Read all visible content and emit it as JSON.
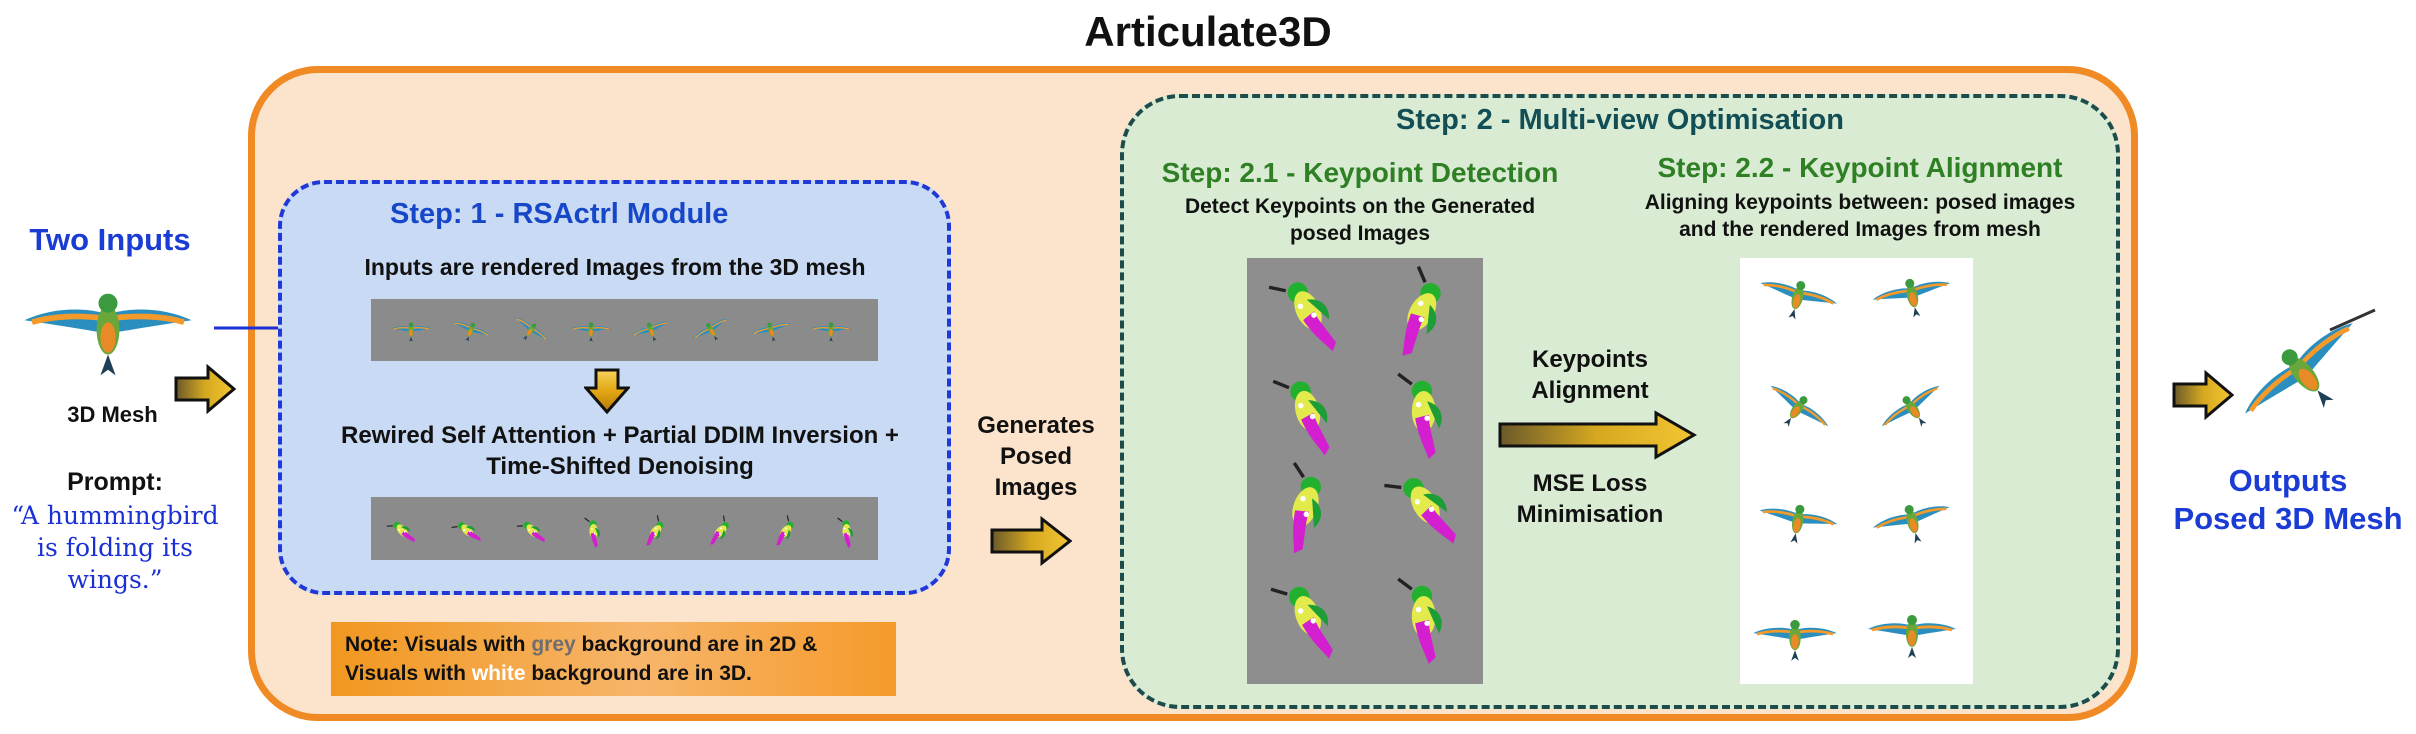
{
  "title": "Articulate3D",
  "inputs": {
    "heading": "Two Inputs",
    "mesh_label": "3D Mesh",
    "prompt_label": "Prompt:",
    "prompt_lines": [
      "“A hummingbird",
      "is folding its",
      "wings.”"
    ]
  },
  "step1": {
    "title": "Step: 1 - RSActrl Module",
    "caption": "Inputs are rendered Images from the 3D mesh",
    "method_lines": [
      "Rewired Self Attention + Partial DDIM Inversion +",
      "Time-Shifted Denoising"
    ]
  },
  "generates": [
    "Generates",
    "Posed",
    "Images"
  ],
  "step2": {
    "title": "Step: 2 - Multi-view Optimisation",
    "sub1_title": "Step: 2.1 - Keypoint Detection",
    "sub1_caption": [
      "Detect Keypoints on the Generated",
      "posed Images"
    ],
    "sub2_title": "Step: 2.2 - Keypoint Alignment",
    "sub2_caption": [
      "Aligning keypoints between: posed images",
      "and the rendered Images from mesh"
    ],
    "align_label": [
      "Keypoints",
      "Alignment"
    ],
    "loss_label": [
      "MSE Loss",
      "Minimisation"
    ]
  },
  "outputs": [
    "Outputs",
    "Posed 3D Mesh"
  ],
  "note": {
    "line1_prefix": "Note: Visuals with ",
    "grey_word": "grey",
    "line1_suffix": " background are in 2D &",
    "line2_prefix": "Visuals with ",
    "white_word": "white",
    "line2_suffix": " background are in 3D."
  },
  "colors": {
    "outer_border": "#f08a24",
    "outer_fill": "#fbe3cc",
    "step1_border": "#1f38d6",
    "step1_fill": "#c9daf5",
    "step2_border": "#1d4c4c",
    "step2_fill": "#d9ecd3",
    "arrow_gold": "#d99a0b",
    "input_arrow": "#1a2fd4"
  },
  "icons": [
    "hummingbird-icon",
    "down-arrow-icon",
    "right-arrow-icon"
  ]
}
